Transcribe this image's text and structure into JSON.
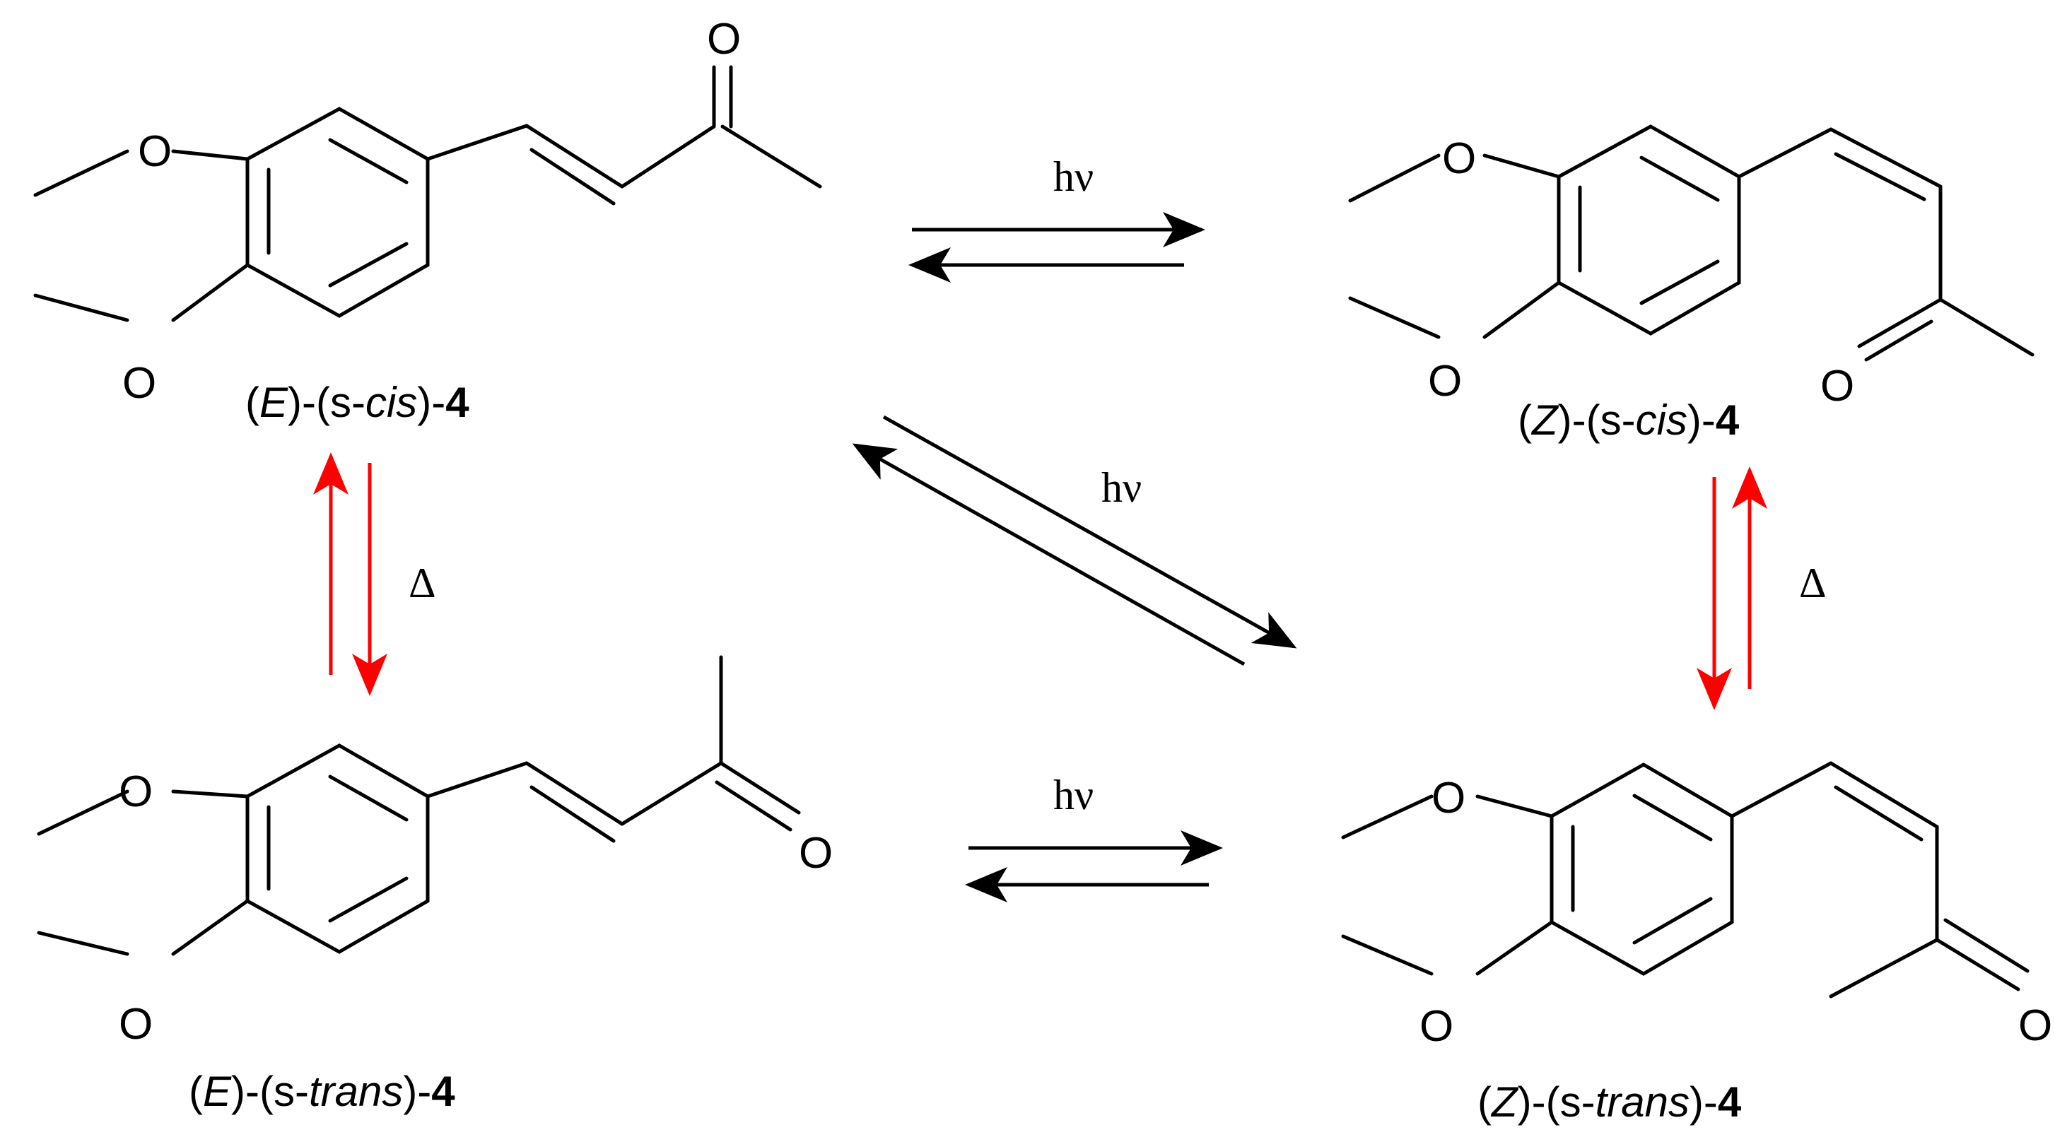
{
  "atoms": {
    "oxygen": "O"
  },
  "labels": {
    "E_scis": {
      "p1": "(",
      "iso": "E",
      "p2": ")-(s-",
      "conf": "cis",
      "p3": ")-",
      "num": "4"
    },
    "Z_scis": {
      "p1": "(",
      "iso": "Z",
      "p2": ")-(s-",
      "conf": "cis",
      "p3": ")-",
      "num": "4"
    },
    "E_strans": {
      "p1": "(",
      "iso": "E",
      "p2": ")-(s-",
      "conf": "trans",
      "p3": ")-",
      "num": "4"
    },
    "Z_strans": {
      "p1": "(",
      "iso": "Z",
      "p2": ")-(s-",
      "conf": "trans",
      "p3": ")-",
      "num": "4"
    }
  },
  "conditions": {
    "photo": "hν",
    "thermal": "Δ"
  },
  "colors": {
    "bond": "#000000",
    "photo_arrow": "#000000",
    "thermal_arrow": "#ff0000"
  }
}
